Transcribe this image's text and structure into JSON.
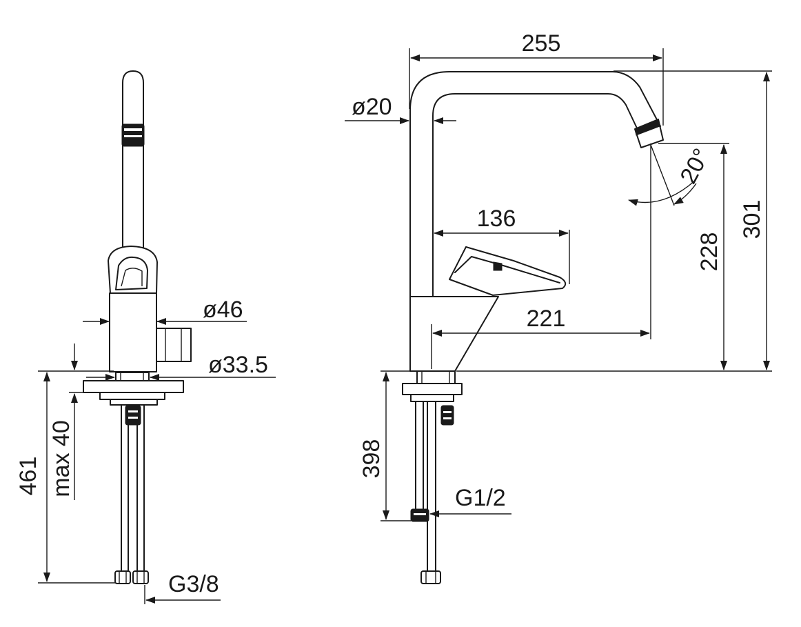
{
  "drawing": {
    "line_color": "#1a1a1a",
    "background": "#ffffff",
    "dimensions": {
      "width_spout": "255",
      "pipe_diameter": "ø20",
      "lever_reach": "136",
      "spout_reach": "221",
      "spout_angle": "20°",
      "outlet_height": "228",
      "total_height": "301",
      "body_diameter": "ø46",
      "base_diameter": "ø33.5",
      "hose_length_side": "461",
      "max_thickness": "max 40",
      "hose_length_front": "398",
      "thread_hot_cold": "G3/8",
      "thread_side": "G1/2"
    }
  }
}
